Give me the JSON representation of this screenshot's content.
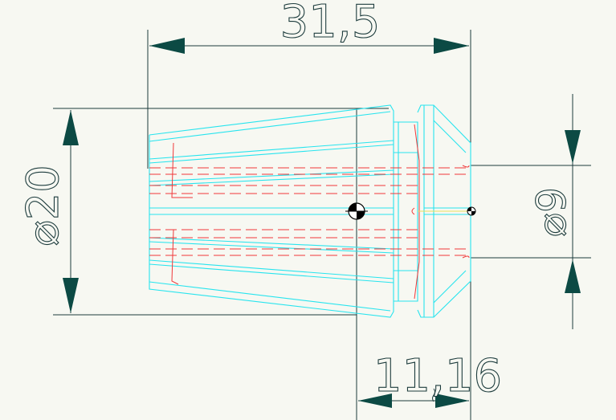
{
  "dimensions": {
    "overall_length": "31,5",
    "outer_diameter": "⌀20",
    "bore_diameter": "⌀9",
    "front_offset": "11,16"
  },
  "colors": {
    "background": "#f7f8f2",
    "dimension_line": "#1c3b3c",
    "arrow": "#0c4a44",
    "outline": "#28e4ee",
    "hidden_line": "#f0383a",
    "center_line": "#e8e060"
  },
  "icons": {
    "center_marker_main": "centroid-symbol-icon",
    "center_marker_front": "centroid-symbol-icon"
  }
}
